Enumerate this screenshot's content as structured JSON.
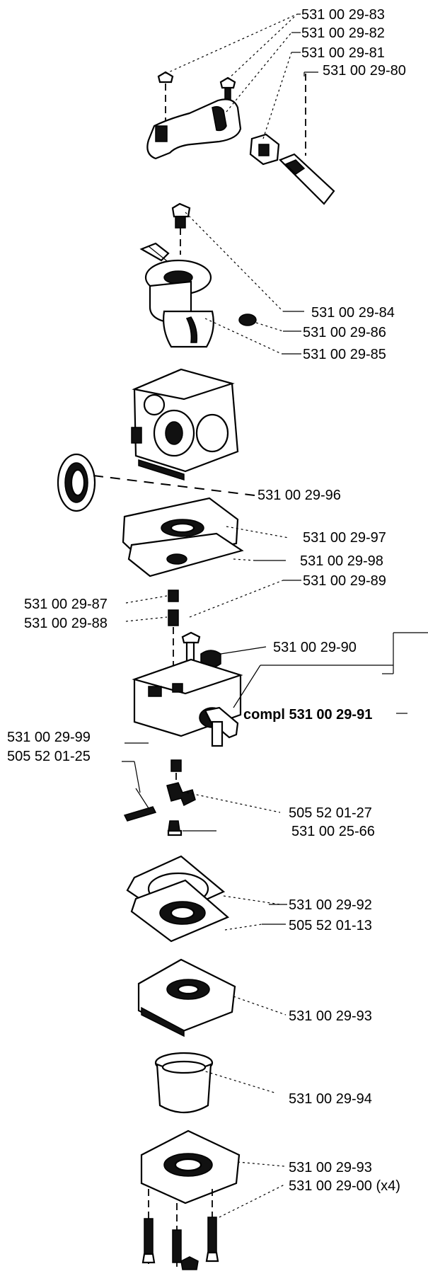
{
  "labels": [
    {
      "key": "p8083",
      "text": "531 00 29-83"
    },
    {
      "key": "p8082",
      "text": "531 00 29-82"
    },
    {
      "key": "p8081",
      "text": "531 00 29-81"
    },
    {
      "key": "p8080",
      "text": "531 00 29-80"
    },
    {
      "key": "p8084",
      "text": "531 00 29-84"
    },
    {
      "key": "p8086",
      "text": "531 00 29-86"
    },
    {
      "key": "p8085",
      "text": "531 00 29-85"
    },
    {
      "key": "p8096",
      "text": "531 00 29-96"
    },
    {
      "key": "p8097",
      "text": "531 00 29-97"
    },
    {
      "key": "p8098",
      "text": "531 00 29-98"
    },
    {
      "key": "p8089",
      "text": "531 00 29-89"
    },
    {
      "key": "p8087",
      "text": "531 00 29-87"
    },
    {
      "key": "p8088",
      "text": "531 00 29-88"
    },
    {
      "key": "p8090",
      "text": "531 00 29-90"
    },
    {
      "key": "compl",
      "text": "compl 531 00 29-91"
    },
    {
      "key": "p8099",
      "text": "531 00 29-99"
    },
    {
      "key": "p0125",
      "text": "505 52 01-25"
    },
    {
      "key": "p0127",
      "text": "505 52 01-27"
    },
    {
      "key": "p2566",
      "text": "531 00 25-66"
    },
    {
      "key": "p8092",
      "text": "531 00 29-92"
    },
    {
      "key": "p0113",
      "text": "505 52 01-13"
    },
    {
      "key": "p8093a",
      "text": "531 00 29-93"
    },
    {
      "key": "p8094",
      "text": "531 00 29-94"
    },
    {
      "key": "p8093b",
      "text": "531 00 29-93"
    },
    {
      "key": "p8000",
      "text": "531 00 29-00 (x4)"
    }
  ]
}
